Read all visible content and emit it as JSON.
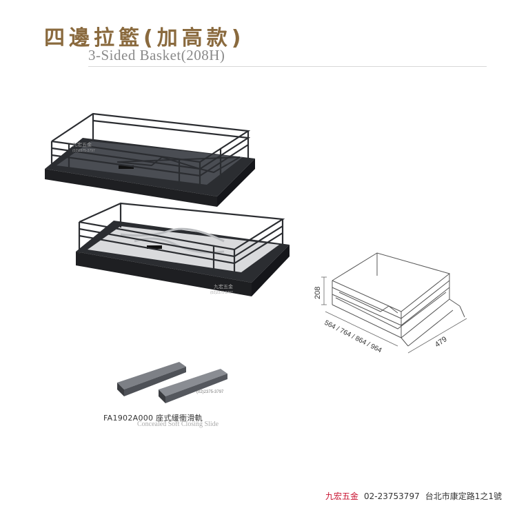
{
  "header": {
    "title_cn": "四邊拉籃(加高款)",
    "title_en": "3-Sided Basket(208H)"
  },
  "watermark": {
    "brand": "九宏五金",
    "phone": "(02)2375-3797"
  },
  "diagram": {
    "height_label": "208",
    "width_label": "564 / 764 / 864 / 964",
    "depth_label": "479"
  },
  "slide": {
    "code_label": "FA1902A000 座式緩衝滑軌",
    "en_label": "Concealed Soft Closing Slide"
  },
  "footer": {
    "brand": "九宏五金",
    "phone": "02-23753797",
    "address": "台北市康定路1之1號"
  },
  "colors": {
    "title": "#8a6a3e",
    "brand_red": "#c8102e",
    "frame_dark": "#2b2d31",
    "line_drawing": "#555555"
  }
}
